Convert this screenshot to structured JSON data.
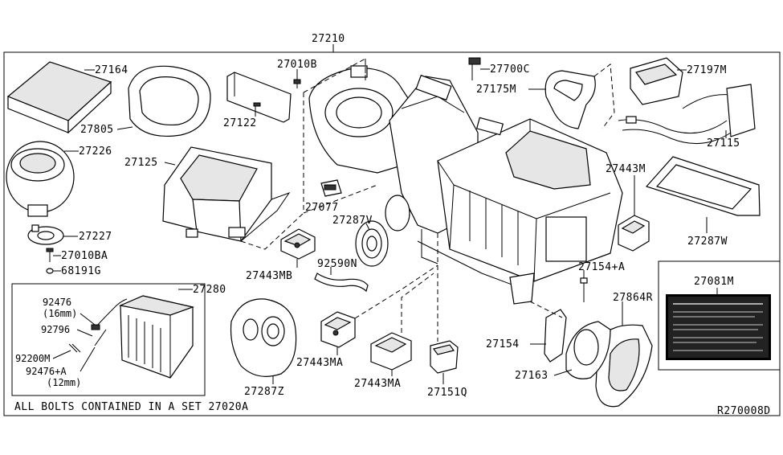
{
  "diagram": {
    "main_label": "27210",
    "reference_code": "R270008D",
    "footer_note": "ALL BOLTS CONTAINED IN A SET 27020A",
    "labels": {
      "p27164": "27164",
      "p27805": "27805",
      "p27226": "27226",
      "p27125": "27125",
      "p27227": "27227",
      "p27010BA": "27010BA",
      "p68191G": "68191G",
      "p27010B": "27010B",
      "p27122": "27122",
      "p27077": "27077",
      "p27287V": "27287V",
      "p27443MB": "27443MB",
      "p92590N": "92590N",
      "p27700C": "27700C",
      "p27175M": "27175M",
      "p27197M": "27197M",
      "p27115": "27115",
      "p27443M": "27443M",
      "p27287W": "27287W",
      "p27154A": "27154+A",
      "p27081M": "27081M",
      "p27864R": "27864R",
      "p27280": "27280",
      "p92476_a": "92476",
      "p92476_a_size": "(16mm)",
      "p92796": "92796",
      "p92200M": "92200M",
      "p92476A": "92476+A",
      "p92476A_size": "(12mm)",
      "p27287Z": "27287Z",
      "p27443MA_1": "27443MA",
      "p27443MA_2": "27443MA",
      "p27151Q": "27151Q",
      "p27154": "27154",
      "p27163": "27163"
    }
  }
}
